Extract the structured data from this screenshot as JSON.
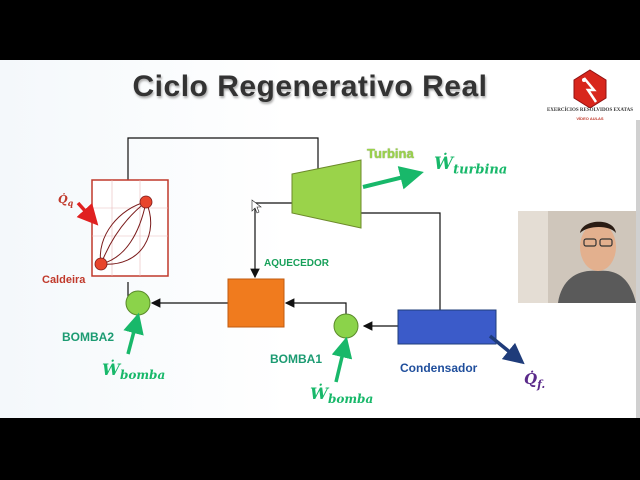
{
  "slide": {
    "title": "Ciclo Regenerativo Real",
    "labels": {
      "turbina": "Turbina",
      "w_turbina": "Ẇ",
      "w_turbina_sub": "turbina",
      "caldeira": "Caldeira",
      "q_q": "Q̇",
      "q_q_sub": "q",
      "aquecedor": "AQUECEDOR",
      "bomba2": "BOMBA2",
      "bomba1": "BOMBA1",
      "w_bomba_2": "Ẇ",
      "w_bomba_2_sub": "bomba",
      "w_bomba_1": "Ẇ",
      "w_bomba_1_sub": "bomba",
      "condensador": "Condensador",
      "q_f": "Q̇",
      "q_f_sub": "f."
    },
    "logo": {
      "name": "EXERCÍCIOS RESOLVIDOS EXATAS",
      "sub": "VÍDEO AULAS"
    }
  },
  "colors": {
    "turbine": "#9ad34a",
    "boiler_border": "#c0392b",
    "heater": "#f07b1e",
    "condenser": "#3b5bc9",
    "pump": "#8bd34a",
    "arrow_green": "#18b86a",
    "arrow_red": "#e02020",
    "arrow_navy": "#1f3c7a"
  }
}
